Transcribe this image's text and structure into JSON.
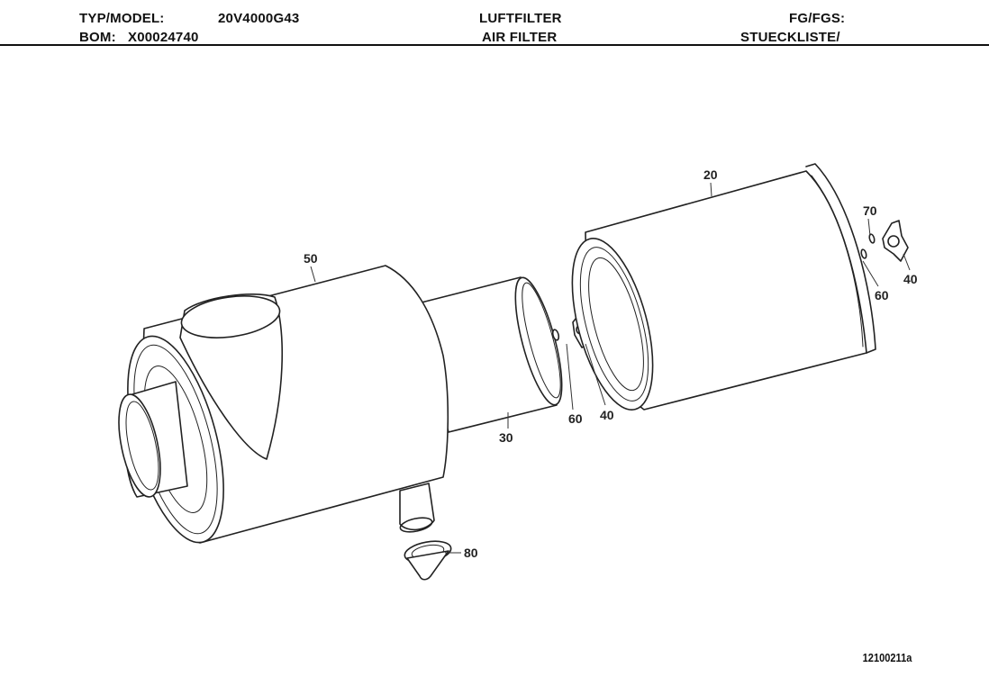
{
  "header": {
    "typ_model_label": "TYP/MODEL:",
    "typ_model_value": "20V4000G43",
    "bom_label": "BOM:",
    "bom_value": "X00024740",
    "title_de": "LUFTFILTER",
    "title_en": "AIR FILTER",
    "fg_label": "FG/FGS:",
    "stueckliste_label": "STUECKLISTE/"
  },
  "callouts": {
    "c20": "20",
    "c30": "30",
    "c40a": "40",
    "c40b": "40",
    "c50": "50",
    "c60a": "60",
    "c60b": "60",
    "c70": "70",
    "c80": "80"
  },
  "drawing_number": "12100211a"
}
